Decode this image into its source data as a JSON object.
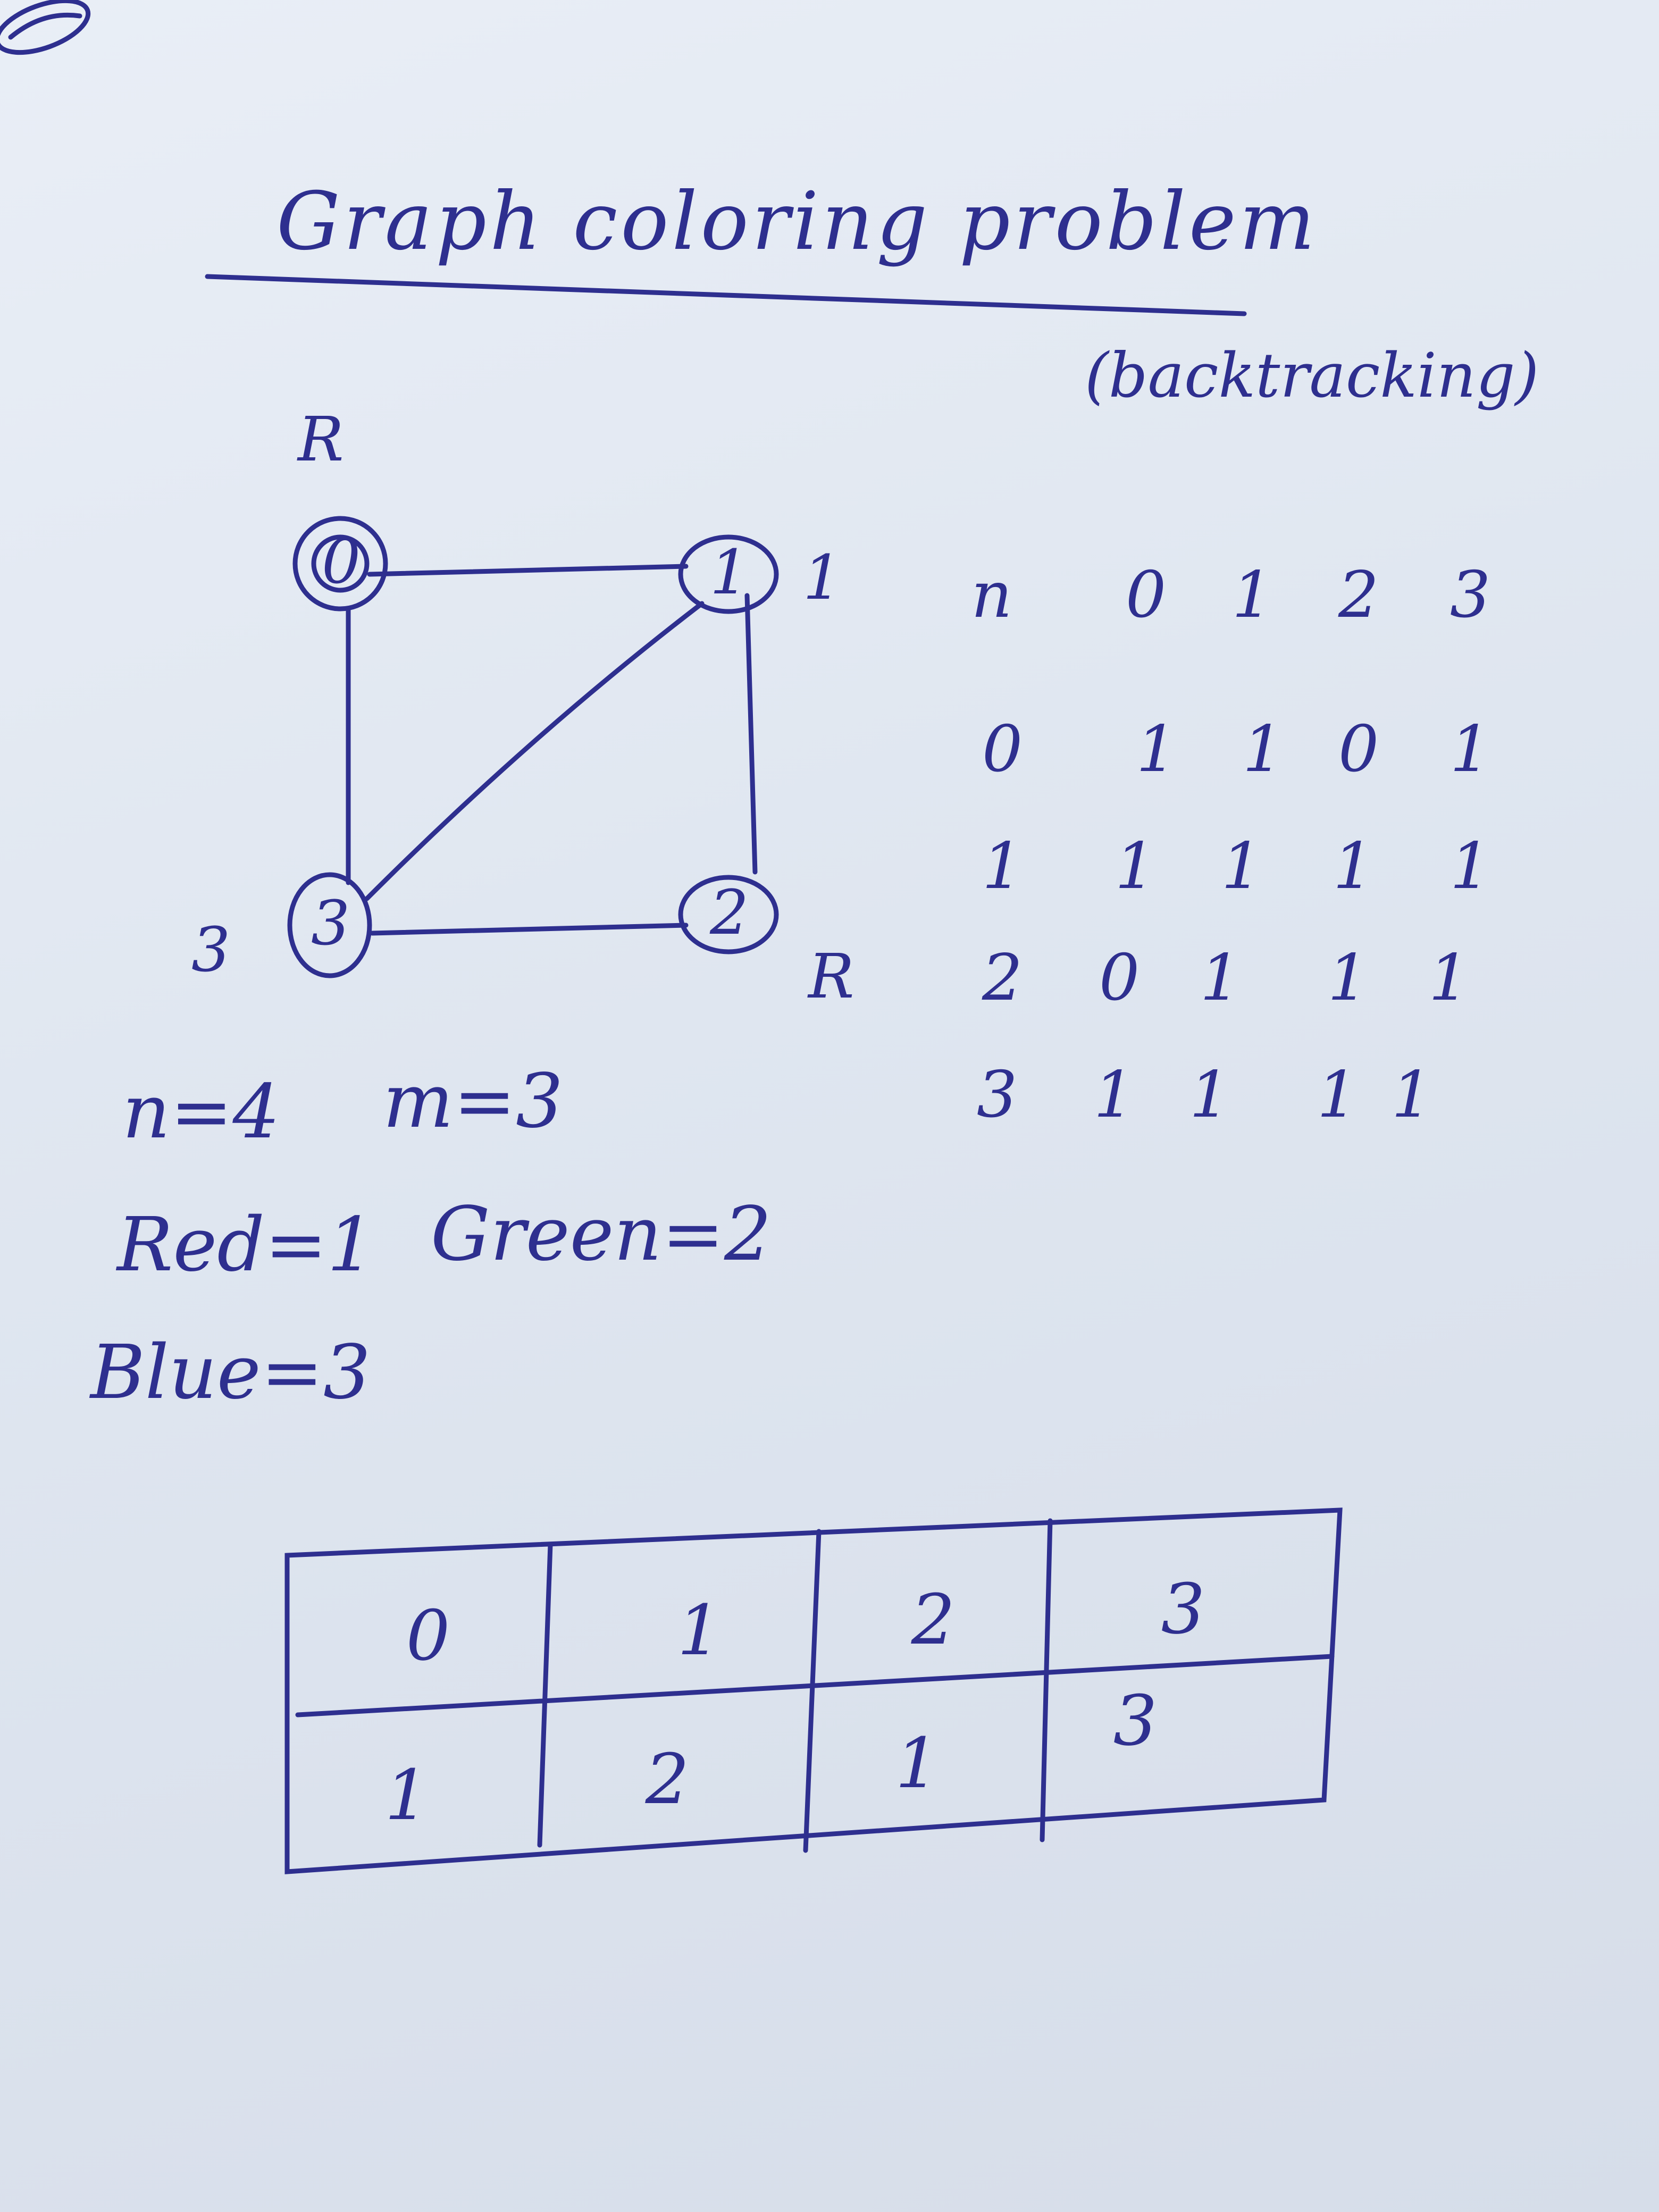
{
  "title": "Graph coloring problem",
  "subtitle": "(backtracking)",
  "graph": {
    "nodes": [
      {
        "id": "0",
        "color_label": "R"
      },
      {
        "id": "1",
        "color_label": "1"
      },
      {
        "id": "2",
        "color_label": "R"
      },
      {
        "id": "3",
        "color_label": "3"
      }
    ],
    "edges": [
      [
        "0",
        "1"
      ],
      [
        "0",
        "3"
      ],
      [
        "1",
        "2"
      ],
      [
        "1",
        "3"
      ],
      [
        "2",
        "3"
      ]
    ]
  },
  "matrix": {
    "corner": "n",
    "headers": [
      "0",
      "1",
      "2",
      "3"
    ],
    "rows": [
      {
        "label": "0",
        "values": [
          "1",
          "1",
          "0",
          "1"
        ]
      },
      {
        "label": "1",
        "values": [
          "1",
          "1",
          "1",
          "1"
        ]
      },
      {
        "label": "2",
        "values": [
          "0",
          "1",
          "1",
          "1"
        ]
      },
      {
        "label": "3",
        "values": [
          "1",
          "1",
          "1",
          "1"
        ]
      }
    ]
  },
  "params": {
    "n_text": "n=4",
    "m_text": "m=3",
    "red_text": "Red=1",
    "green_text": "Green=2",
    "blue_text": "Blue=3"
  },
  "color_table": {
    "vertices": [
      "0",
      "1",
      "2",
      "3"
    ],
    "colors": [
      "1",
      "2",
      "1",
      "3"
    ]
  },
  "ink_color": "#2e2f8f"
}
